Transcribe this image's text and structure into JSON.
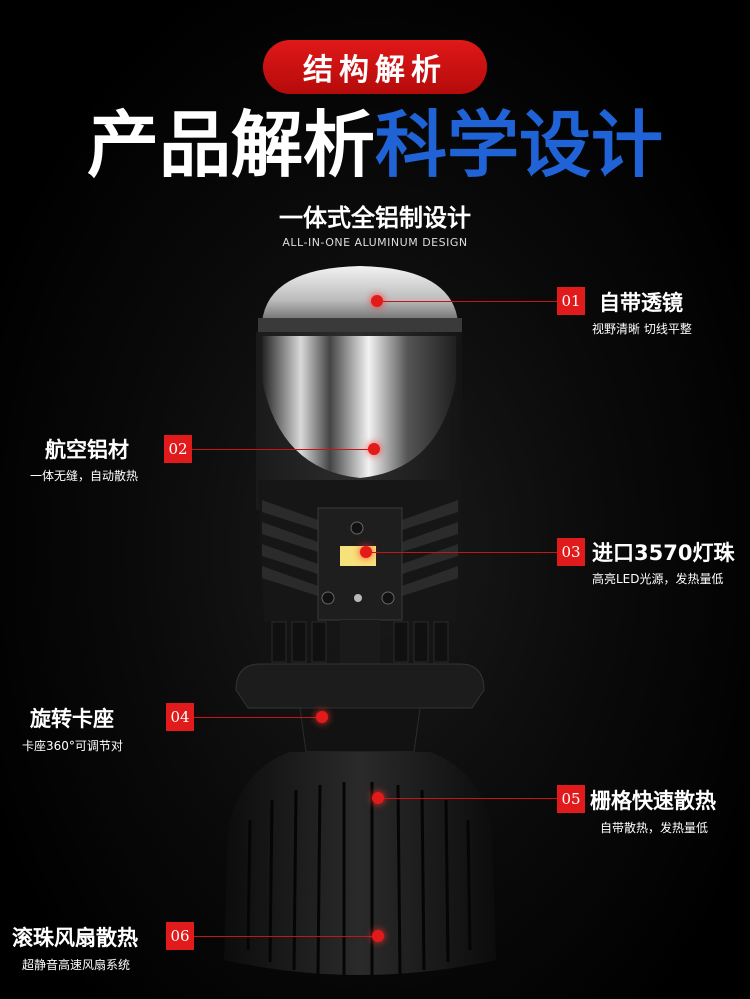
{
  "header": {
    "badge": "结构解析",
    "headline_white": "产品解析",
    "headline_blue": "科学设计",
    "subtitle_cn": "一体式全铝制设计",
    "subtitle_en": "ALL-IN-ONE ALUMINUM DESIGN"
  },
  "callouts": [
    {
      "num": "01",
      "title": "自带透镜",
      "sub": "视野清晰 切线平整"
    },
    {
      "num": "02",
      "title": "航空铝材",
      "sub": "一体无缝，自动散热"
    },
    {
      "num": "03",
      "title": "进口3570灯珠",
      "sub": "高亮LED光源，发热量低"
    },
    {
      "num": "04",
      "title": "旋转卡座",
      "sub": "卡座360°可调节对"
    },
    {
      "num": "05",
      "title": "栅格快速散热",
      "sub": "自带散热，发热量低"
    },
    {
      "num": "06",
      "title": "滚珠风扇散热",
      "sub": "超静音高速风扇系统"
    }
  ],
  "colors": {
    "accent_red": "#e11b1b",
    "headline_blue": "#1f63d6",
    "background": "#000000"
  }
}
